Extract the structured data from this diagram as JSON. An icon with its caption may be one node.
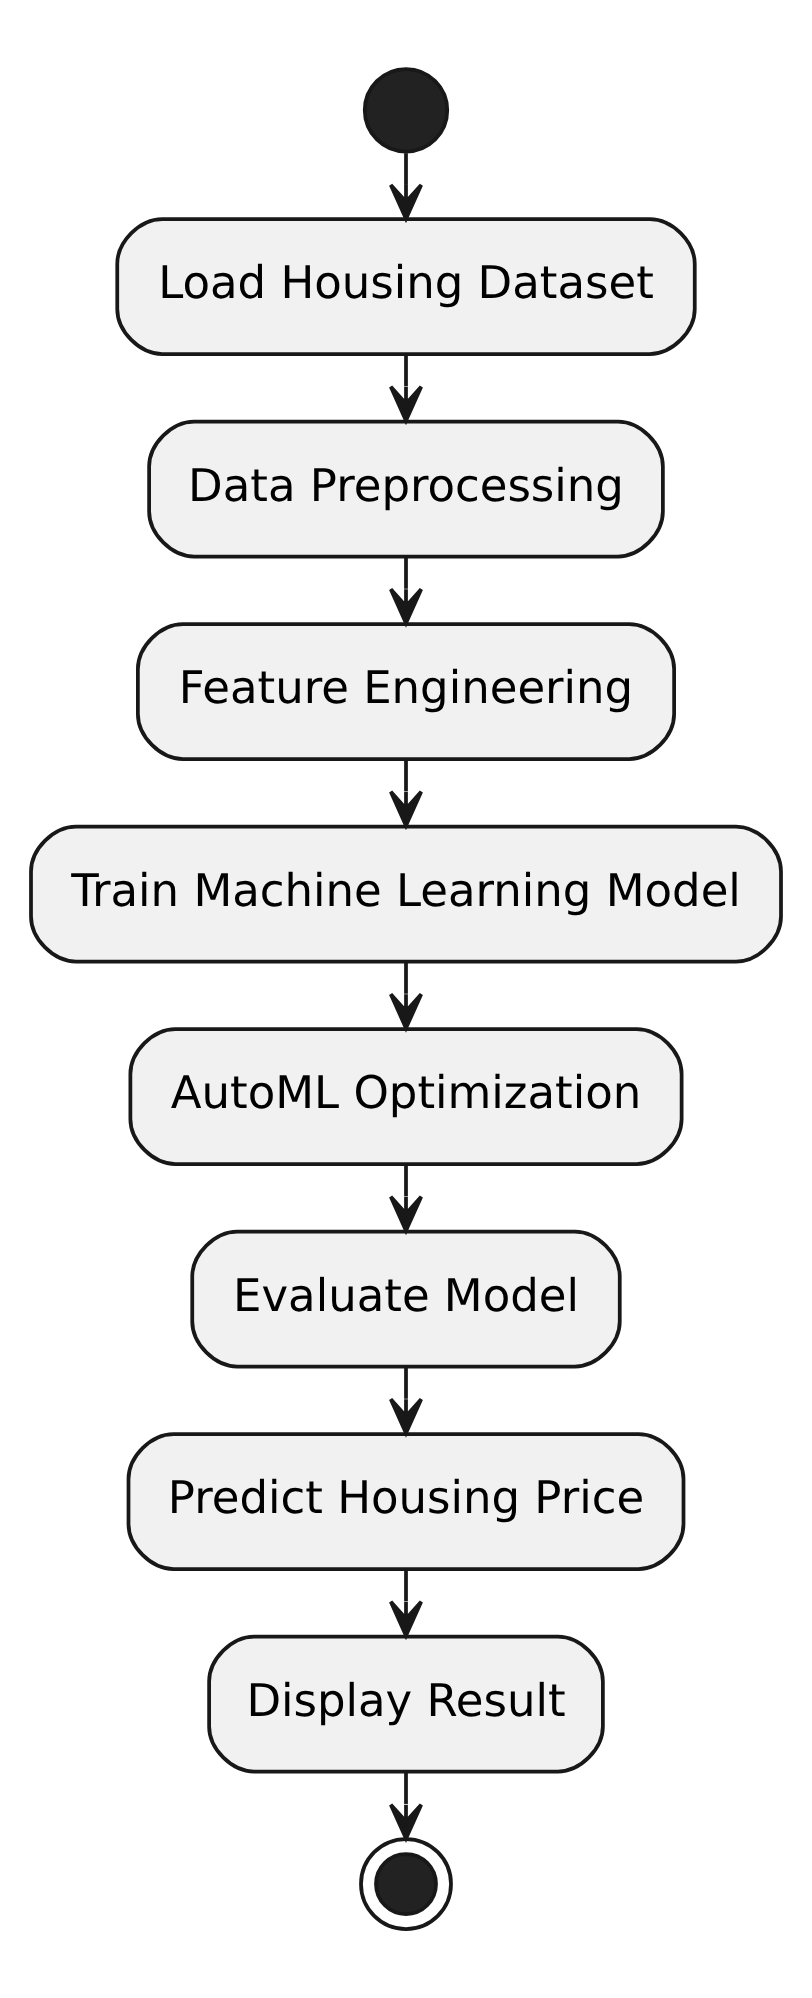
{
  "diagram": {
    "nodes": [
      {
        "text": [],
        "shape": "circle"
      },
      {
        "text": [
          "Load Housing Dataset"
        ]
      },
      {
        "text": [
          "Data Preprocessing"
        ]
      },
      {
        "text": [
          "Feature Engineering"
        ]
      },
      {
        "text": [
          "Train Machine Learning Model"
        ]
      },
      {
        "text": [
          "AutoML Optimization"
        ]
      },
      {
        "text": [
          "Evaluate Model"
        ]
      },
      {
        "text": [
          "Predict Housing Price"
        ]
      },
      {
        "text": [
          "Display Result"
        ]
      },
      {
        "text": [],
        "shape": "circle"
      }
    ],
    "edges": [
      {
        "from": 0,
        "to": 1,
        "arrow": "to"
      },
      {
        "from": 1,
        "to": 2,
        "arrow": "to"
      },
      {
        "from": 2,
        "to": 3,
        "arrow": "to"
      },
      {
        "from": 3,
        "to": 4,
        "arrow": "to"
      },
      {
        "from": 4,
        "to": 5,
        "arrow": "to"
      },
      {
        "from": 5,
        "to": 6,
        "arrow": "to"
      },
      {
        "from": 6,
        "to": 7,
        "arrow": "to"
      },
      {
        "from": 7,
        "to": 8,
        "arrow": "to"
      },
      {
        "from": 8,
        "to": 9,
        "arrow": "to"
      }
    ]
  }
}
